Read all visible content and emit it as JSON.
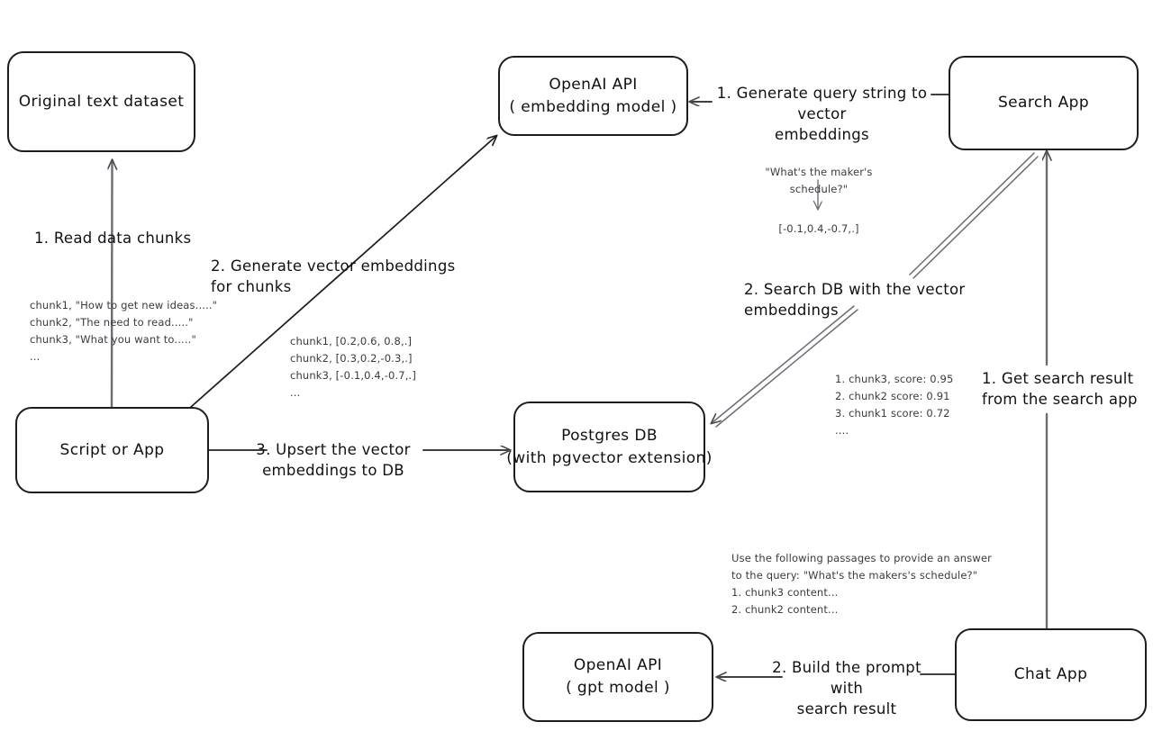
{
  "diagram": {
    "title": "Vector search and RAG pipeline",
    "stroke_color": "#1d1d1f",
    "arrow_color": "#4a4a50",
    "note_color": "#3a3a40",
    "background": "#ffffff"
  },
  "nodes": {
    "original_dataset": {
      "line1": "Original text dataset",
      "line2": ""
    },
    "script_or_app": {
      "line1": "Script or App",
      "line2": ""
    },
    "openai_embedding": {
      "line1": "OpenAI API",
      "line2": "( embedding model )"
    },
    "postgres_db": {
      "line1": "Postgres DB",
      "line2": "(with pgvector extension)"
    },
    "search_app": {
      "line1": "Search App",
      "line2": ""
    },
    "chat_app": {
      "line1": "Chat App",
      "line2": ""
    },
    "openai_gpt": {
      "line1": "OpenAI API",
      "line2": "( gpt model )"
    }
  },
  "edges": {
    "read_data_chunks": "1. Read data chunks",
    "generate_embeddings": "2. Generate vector embeddings for chunks",
    "upsert_embeddings": "3. Upsert the vector embeddings  to DB",
    "generate_query_embeddings": "1. Generate query string to vector\nembeddings",
    "search_db": "2. Search DB with the vector embeddings",
    "get_search_result": "1. Get search result\nfrom the search app",
    "build_prompt": "2. Build the prompt with\nsearch result"
  },
  "notes": {
    "chunks_sample": "chunk1, \"How to get new ideas.....\"\nchunk2, \"The need to read.....\"\nchunk3, \"What you want to.....\"\n...",
    "chunk_vectors": "chunk1, [0.2,0.6, 0.8,.]\nchunk2, [0.3,0.2,-0.3,.]\nchunk3, [-0.1,0.4,-0.7,.]\n...",
    "query_text": "\"What's the maker's schedule?\"",
    "query_vector": "[-0.1,0.4,-0.7,.]",
    "search_scores": "1. chunk3, score: 0.95\n2. chunk2 score: 0.91\n3. chunk1 score: 0.72\n....",
    "prompt_sample": "Use the following passages to provide an answer\nto the query: \"What's the makers's schedule?\"\n1. chunk3 content...\n2. chunk2 content..."
  }
}
